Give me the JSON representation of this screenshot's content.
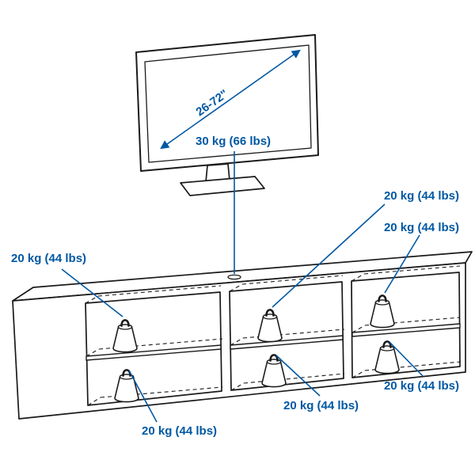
{
  "illustration": {
    "type": "product-load-capacity-diagram",
    "tv": {
      "diagonal_range_label": "26-72\""
    },
    "bench": {
      "top_surface_max_load": "30 kg (66 lbs)",
      "shelf_max_loads": {
        "left_top": "20 kg (44 lbs)",
        "left_bottom": "20 kg (44 lbs)",
        "middle_top": "20 kg (44 lbs)",
        "middle_bottom": "20 kg (44 lbs)",
        "right_top": "20 kg (44 lbs)",
        "right_bottom": "20 kg (44 lbs)"
      }
    },
    "colors": {
      "accent_blue": "#0058a3",
      "outline": "#1a1a1a",
      "background": "#ffffff"
    }
  }
}
